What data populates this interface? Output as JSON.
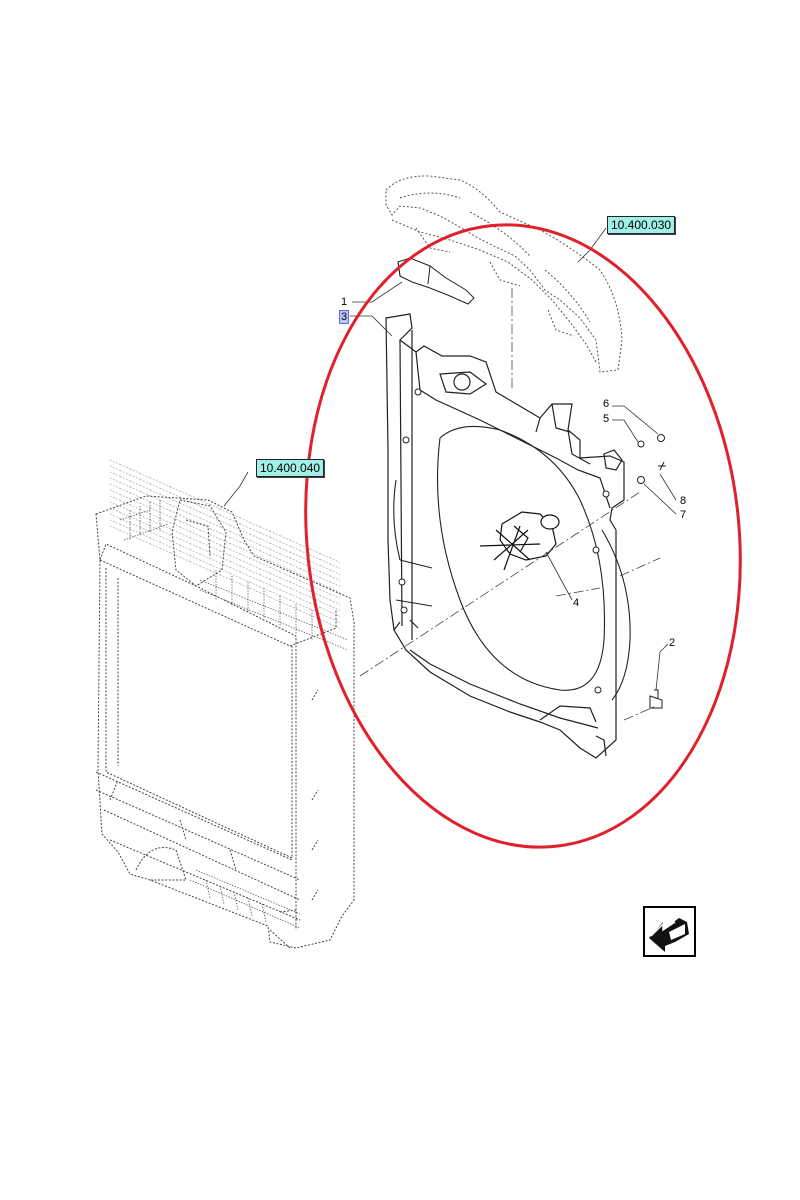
{
  "references": {
    "upper": "10.400.030",
    "lower": "10.400.040"
  },
  "callouts": {
    "c1": "1",
    "c2": "2",
    "c3": "3",
    "c4": "4",
    "c5": "5",
    "c6": "6",
    "c7": "7",
    "c8": "8"
  },
  "colors": {
    "highlight_ellipse": "#e0202a",
    "reference_box": "#9ff0e6",
    "selected_callout": "#b9c6ff"
  },
  "icons": {
    "navigation": "arrow-left-icon"
  }
}
